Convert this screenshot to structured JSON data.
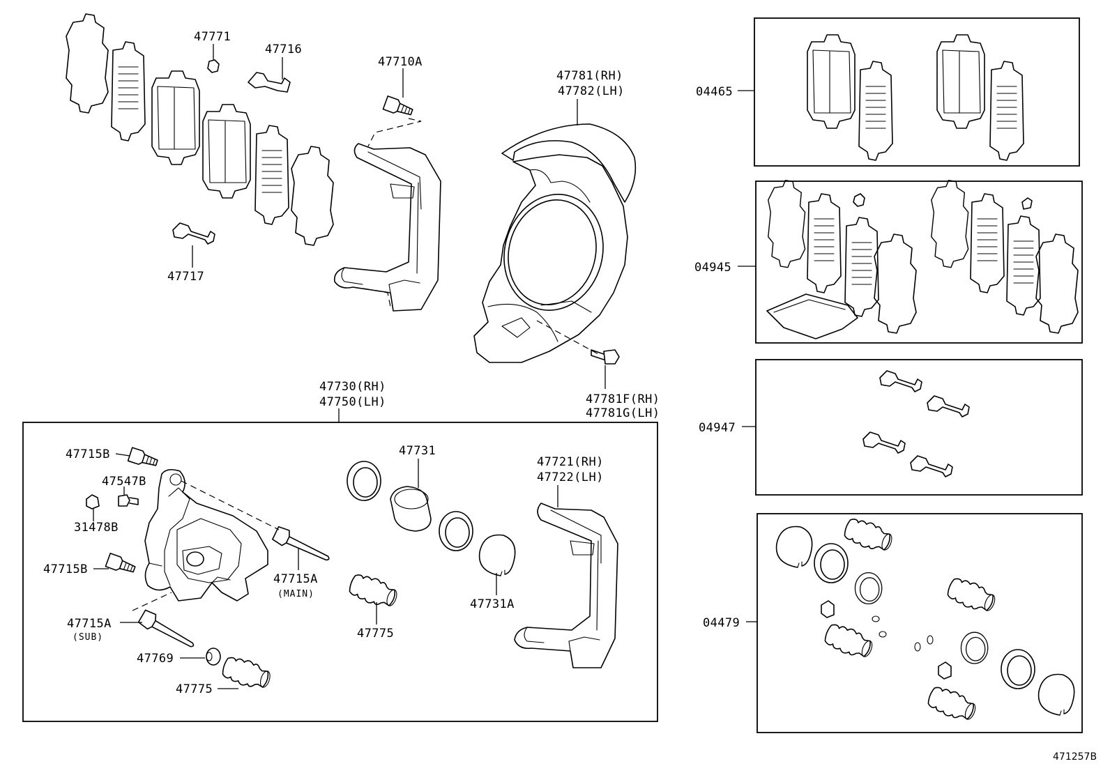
{
  "diagram": {
    "figure_code": "471257B",
    "parts": {
      "p47771": "47771",
      "p47716": "47716",
      "p47710A": "47710A",
      "p47781_rh": "47781(RH)",
      "p47782_lh": "47782(LH)",
      "p47717": "47717",
      "p47730_rh": "47730(RH)",
      "p47750_lh": "47750(LH)",
      "p47781F_rh": "47781F(RH)",
      "p47781G_lh": "47781G(LH)",
      "p47715B_top": "47715B",
      "p47547B": "47547B",
      "p31478B": "31478B",
      "p47715B_mid": "47715B",
      "p47715A_main": "47715A",
      "main_note": "(MAIN)",
      "p47715A_sub": "47715A",
      "sub_note": "(SUB)",
      "p47769": "47769",
      "p47775_bottom": "47775",
      "p47731": "47731",
      "p47775_center": "47775",
      "p47731A": "47731A",
      "p47721_rh": "47721(RH)",
      "p47722_lh": "47722(LH)"
    },
    "kits": {
      "k04465": "04465",
      "k04945": "04945",
      "k04947": "04947",
      "k04479": "04479"
    }
  }
}
